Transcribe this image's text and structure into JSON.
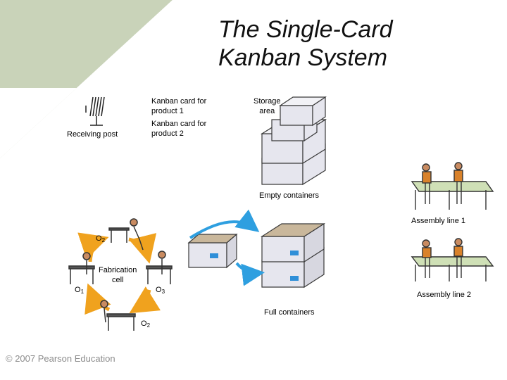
{
  "slide": {
    "title_line1": "The Single-Card",
    "title_line2": "Kanban System",
    "copyright": "© 2007 Pearson Education"
  },
  "labels": {
    "receiving_post": "Receiving post",
    "kanban_card_1_a": "Kanban card for",
    "kanban_card_1_b": "product 1",
    "kanban_card_2_a": "Kanban card for",
    "kanban_card_2_b": "product 2",
    "storage_area_a": "Storage",
    "storage_area_b": "area",
    "empty_containers": "Empty containers",
    "full_containers": "Full containers",
    "assembly_line_1": "Assembly line 1",
    "assembly_line_2": "Assembly line 2",
    "fabrication_cell_a": "Fabrication",
    "fabrication_cell_b": "cell"
  },
  "operators": [
    {
      "letter": "O",
      "sub": "2"
    },
    {
      "letter": "O",
      "sub": "1"
    },
    {
      "letter": "O",
      "sub": "3"
    },
    {
      "letter": "O",
      "sub": "2"
    }
  ],
  "colors": {
    "background_band": "#c9d3b9",
    "container_fill": "#e6e6ee",
    "container_stroke": "#3a3a3a",
    "label_blue": "#2f8fd8",
    "arrow_blue": "#2e9fe0",
    "arrow_orange": "#f0a21e"
  },
  "icons": [
    "card-rack-icon",
    "container-icon",
    "worker-icon",
    "workbench-icon",
    "cycle-arrow-icon"
  ]
}
